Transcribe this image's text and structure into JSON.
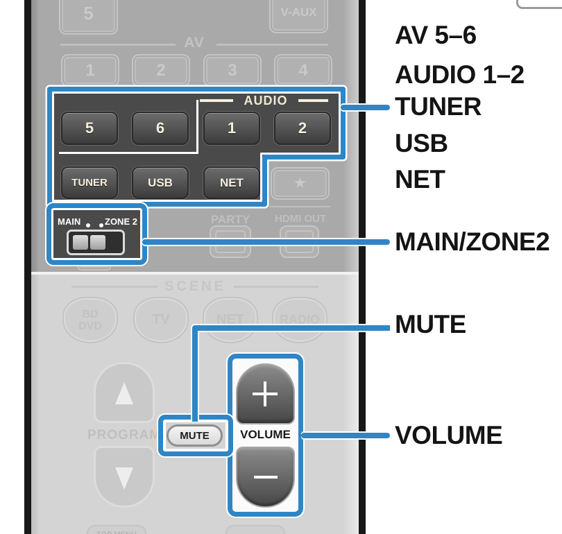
{
  "accent": {
    "blue": "#2e86c6"
  },
  "callout_labels": {
    "av": "AV 5–6",
    "audio": "AUDIO 1–2",
    "tuner": "TUNER",
    "usb": "USB",
    "net": "NET",
    "main_zone": "MAIN/ZONE2",
    "mute": "MUTE",
    "volume": "VOLUME"
  },
  "remote": {
    "top_button": "5",
    "v_aux": "V-AUX",
    "av": {
      "label": "AV",
      "buttons": [
        "1",
        "2",
        "3",
        "4"
      ]
    },
    "audio": {
      "label": "AUDIO",
      "row1": [
        "5",
        "6",
        "1",
        "2"
      ],
      "row2": [
        "TUNER",
        "USB",
        "NET"
      ]
    },
    "star": "★",
    "party": "PARTY",
    "hdmi_out": "HDMI OUT",
    "main_zone": {
      "main": "MAIN",
      "zone": "ZONE 2"
    },
    "scene": {
      "label": "SCENE",
      "bd": "BD",
      "dvd": "DVD",
      "tv": "TV",
      "net": "NET",
      "radio": "RADIO"
    },
    "program": {
      "label": "PROGRAM",
      "up_icon": "triangle-up",
      "down_icon": "triangle-down"
    },
    "mute_button": "MUTE",
    "volume": {
      "label": "VOLUME",
      "plus_icon": "plus",
      "minus_icon": "minus"
    },
    "bottom_partial_left": "TOP MENU"
  }
}
